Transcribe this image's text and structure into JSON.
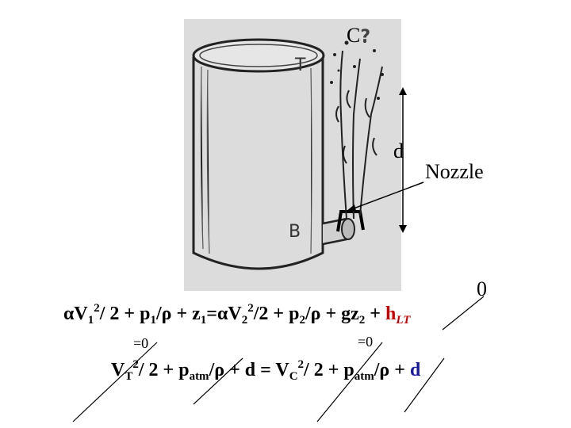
{
  "labels": {
    "c": "C",
    "c_q": "?",
    "t": "T",
    "b": "B",
    "d": "d",
    "nozzle": "Nozzle",
    "zero_top": "0",
    "eq_zero_left": "=0",
    "eq_zero_right": "=0"
  },
  "equation1": {
    "alpha": "α",
    "V": "V",
    "s1": "1",
    "sq": "2",
    "over2": "/ 2 + p",
    "over_rho": "/",
    "rho": "ρ",
    "plus_z": " + z",
    "eq": "=",
    "alpha2": "α",
    "V2": "V",
    "s2": "2",
    "over2b": "/2 + p",
    "plus_gz": " + gz",
    "plus": " + ",
    "h": "h",
    "sub_LT": "LT"
  },
  "equation2": {
    "V": "V",
    "sub_T": "T",
    "sq": "2",
    "over2": "/ 2 + p",
    "atm": "atm",
    "slash": "/",
    "rho": "ρ",
    "plus_d": " + d = V",
    "sub_C": "C",
    "over2b": "/ 2 + p",
    "plus": " + ",
    "d": "d"
  },
  "colors": {
    "red": "#cc0000",
    "blue": "#1a1aa6"
  }
}
